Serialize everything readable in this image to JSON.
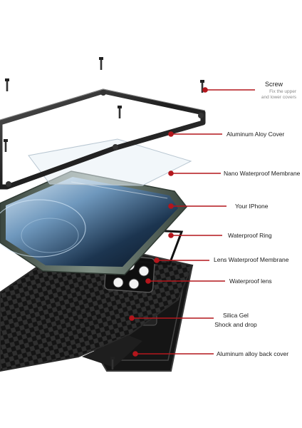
{
  "labels": {
    "screw_title": "Screw",
    "screw_sub_1": "Fix the upper",
    "screw_sub_2": "and lower covers",
    "aluminum_cover": "Aluminum Aloy Cover",
    "membrane": "Nano Waterproof Membrane",
    "iphone": "Your IPhone",
    "ring": "Waterproof Ring",
    "lens_membrane": "Lens Waterproof Membrane",
    "lens": "Waterproof lens",
    "silica_1": "Silica Gel",
    "silica_2": "Shock and drop",
    "back_cover": "Aluminum alloy back cover"
  },
  "colors": {
    "leader": "#b3161c",
    "text": "#1a1a1a",
    "subtext": "#8a8a8a",
    "metal_dark": "#2b2b2b",
    "phone_frame": "#5c6b60"
  }
}
